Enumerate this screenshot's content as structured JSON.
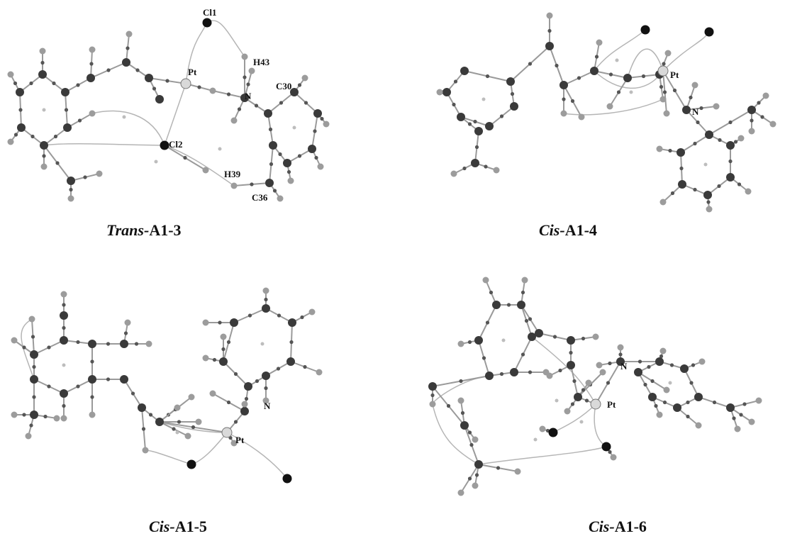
{
  "panels": [
    {
      "id": "trans-a1-3",
      "caption_prefix": "Trans-",
      "caption_suffix": "A1-3",
      "labels": [
        "Cl1",
        "Pt",
        "H43",
        "N",
        "C30",
        "Cl2",
        "H39",
        "C36"
      ]
    },
    {
      "id": "cis-a1-4",
      "caption_prefix": "Cis-",
      "caption_suffix": "A1-4",
      "labels": [
        "Pt",
        "N"
      ]
    },
    {
      "id": "cis-a1-5",
      "caption_prefix": "Cis-",
      "caption_suffix": "A1-5",
      "labels": [
        "N",
        "Pt"
      ]
    },
    {
      "id": "cis-a1-6",
      "caption_prefix": "Cis-",
      "caption_suffix": "A1-6",
      "labels": [
        "N",
        "Pt"
      ]
    }
  ],
  "colors": {
    "carbon": "#3a3a3a",
    "hydrogen": "#9c9c9c",
    "chlorine": "#111111",
    "bond": "#9a9a9a",
    "critical_point": "#bdbdbd"
  }
}
